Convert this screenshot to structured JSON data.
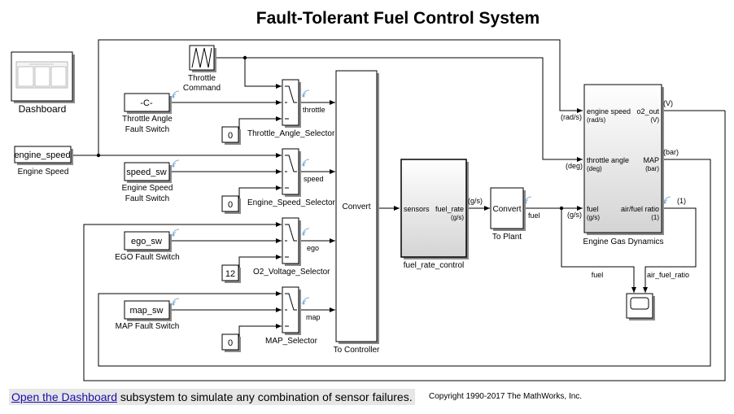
{
  "title": "Fault-Tolerant Fuel Control System",
  "blocks": {
    "dashboard": {
      "label": "Dashboard"
    },
    "throttle_command": {
      "label1": "Throttle",
      "label2": "Command"
    },
    "throttle_const": {
      "text": "-C-",
      "label1": "Throttle Angle",
      "label2": "Fault Switch"
    },
    "engine_speed_in": {
      "text": "engine_speed",
      "label": "Engine Speed"
    },
    "speed_sw": {
      "text": "speed_sw",
      "label1": "Engine Speed",
      "label2": "Fault Switch"
    },
    "ego_sw": {
      "text": "ego_sw",
      "label": "EGO Fault Switch"
    },
    "map_sw": {
      "text": "map_sw",
      "label": "MAP Fault Switch"
    },
    "const_throttle": {
      "text": "0"
    },
    "const_speed": {
      "text": "0"
    },
    "const_ego": {
      "text": "12"
    },
    "const_map": {
      "text": "0"
    },
    "sel_throttle": {
      "label": "Throttle_Angle_Selector",
      "out": "throttle"
    },
    "sel_speed": {
      "label": "Engine_Speed_Selector",
      "out": "speed"
    },
    "sel_o2": {
      "label": "O2_Voltage_Selector",
      "out": "ego"
    },
    "sel_map": {
      "label": "MAP_Selector",
      "out": "map"
    },
    "to_controller": {
      "text": "Convert",
      "label": "To Controller"
    },
    "fuel_rate_control": {
      "label": "fuel_rate_control",
      "in": "sensors",
      "out": "fuel_rate",
      "out_unit": "(g/s)",
      "wire_unit": "(g/s)"
    },
    "to_plant": {
      "text": "Convert",
      "label": "To Plant",
      "wire": "fuel"
    },
    "engine_gas": {
      "label": "Engine Gas Dynamics",
      "in1": "engine speed",
      "in1_unit": "(rad/s)",
      "in1_wire": "(rad/s)",
      "in2": "throttle angle",
      "in2_unit": "(deg)",
      "in2_wire": "(deg)",
      "in3": "fuel",
      "in3_unit": "(g/s)",
      "in3_wire": "(g/s)",
      "out1": "o2_out",
      "out1_unit": "(V)",
      "out1_wire": "(V)",
      "out2": "MAP",
      "out2_unit": "(bar)",
      "out2_wire": "(bar)",
      "out3": "air/fuel ratio",
      "out3_unit": "(1)",
      "out3_wire": "(1)"
    },
    "scope": {
      "in1": "fuel",
      "in2": "air_fuel_ratio"
    }
  },
  "footer": {
    "link": "Open the Dashboard",
    "text": " subsystem to simulate any combination of sensor failures."
  },
  "copyright": "Copyright 1990-2017 The MathWorks, Inc."
}
